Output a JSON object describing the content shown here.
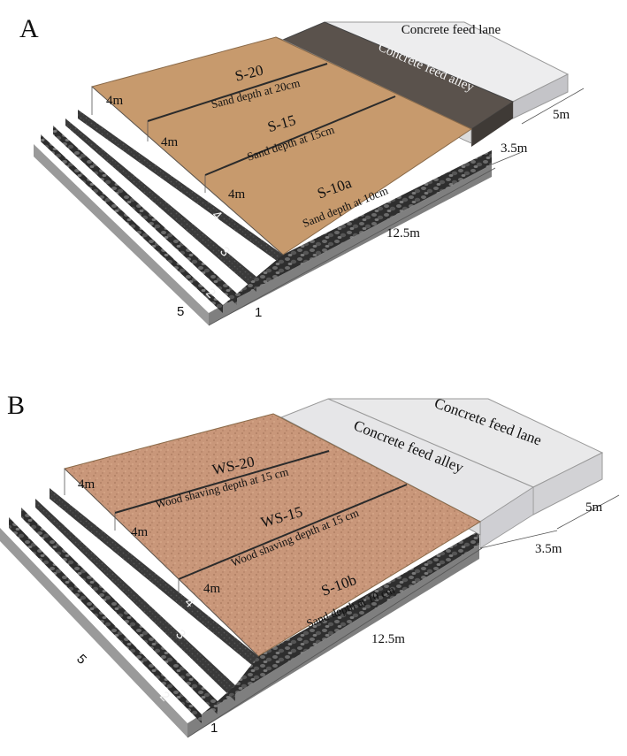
{
  "panels": [
    {
      "letter": "A",
      "lane_label": "Concrete feed lane",
      "alley_label": "Concrete feed alley",
      "stalls": [
        {
          "name": "S-20",
          "desc": "Sand depth at 20cm"
        },
        {
          "name": "S-15",
          "desc": "Sand depth at 15cm"
        },
        {
          "name": "S-10a",
          "desc": "Sand depth at 10cm"
        }
      ],
      "stall_width": "4m",
      "length": "12.5m",
      "alley_width": "3.5m",
      "lane_width": "5m",
      "layers": [
        "5",
        "1",
        "2",
        "3",
        "4"
      ],
      "bedding_color": "#c79a6d",
      "alley_color": "#5a524c",
      "lane_color": "#ededee"
    },
    {
      "letter": "B",
      "lane_label": "Concrete feed lane",
      "alley_label": "Concrete feed alley",
      "stalls": [
        {
          "name": "WS-20",
          "desc": "Wood shaving depth at 15 cm"
        },
        {
          "name": "WS-15",
          "desc": "Wood shaving depth at 15 cm"
        },
        {
          "name": "S-10b",
          "desc": "Sand depth at 10 cm"
        }
      ],
      "stall_width": "4m",
      "length": "12.5m",
      "alley_width": "3.5m",
      "lane_width": "5m",
      "layers": [
        "5",
        "1",
        "2",
        "3",
        "4"
      ],
      "bedding_color": "#c9977a",
      "alley_color": "#e6e6e8",
      "lane_color": "#e9e9ea"
    }
  ]
}
